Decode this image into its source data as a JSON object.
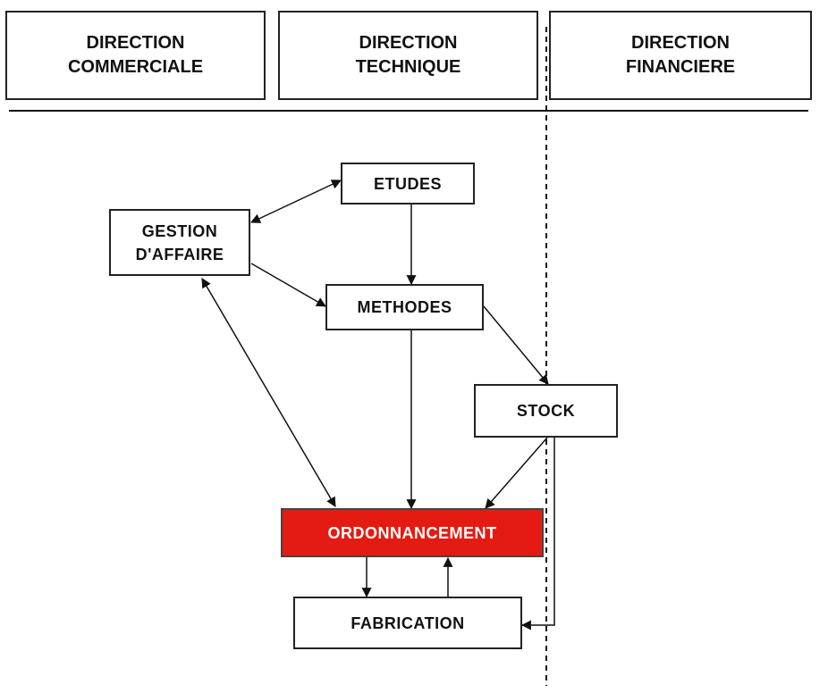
{
  "departments": {
    "commercial": [
      "DIRECTION",
      "COMMERCIALE"
    ],
    "technical": [
      "DIRECTION",
      "TECHNIQUE"
    ],
    "financial": [
      "DIRECTION",
      "FINANCIERE"
    ]
  },
  "nodes": {
    "etudes": "ETUDES",
    "gestion": [
      "GESTION",
      "D'AFFAIRE"
    ],
    "methodes": "METHODES",
    "stock": "STOCK",
    "ordonnancement": "ORDONNANCEMENT",
    "fabrication": "FABRICATION"
  },
  "colors": {
    "highlight": "#e31b12",
    "line": "#111111"
  }
}
